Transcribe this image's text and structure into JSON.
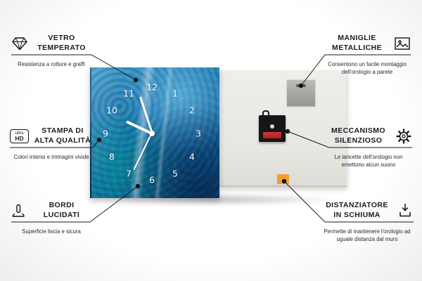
{
  "callouts": [
    {
      "title": "VETRO TEMPERATO",
      "subtitle": "Resistenza a rotture e graffi"
    },
    {
      "title": "STAMPA DI ALTA QUALITÀ",
      "subtitle": "Colori intensi e immagini vivide"
    },
    {
      "title": "BORDI LUCIDATI",
      "subtitle": "Superficie liscia e sicura"
    },
    {
      "title": "MANIGLIE METALLICHE",
      "subtitle": "Consentono un facile montaggio dell'orologio a parete"
    },
    {
      "title": "MECCANISMO SILENZIOSO",
      "subtitle": "Le lancette dell'orologio non emettono alcun suono"
    },
    {
      "title": "DISTANZIATORE IN SCHIUMA",
      "subtitle": "Permette di mantenere l'orologio ad uguale distanza dal muro"
    }
  ],
  "ultra_hd_icon": {
    "top": "ultra",
    "bottom": "HD"
  },
  "clock": {
    "numbers": [
      "1",
      "2",
      "3",
      "4",
      "5",
      "6",
      "7",
      "8",
      "9",
      "10",
      "11",
      "12"
    ]
  },
  "colors": {
    "line": "#1a1a1a",
    "clock_blue": "#1d74b4",
    "back_panel": "#e9e9e4",
    "foam_orange": "#f2a12e",
    "battery_red": "#cc2a2a"
  }
}
